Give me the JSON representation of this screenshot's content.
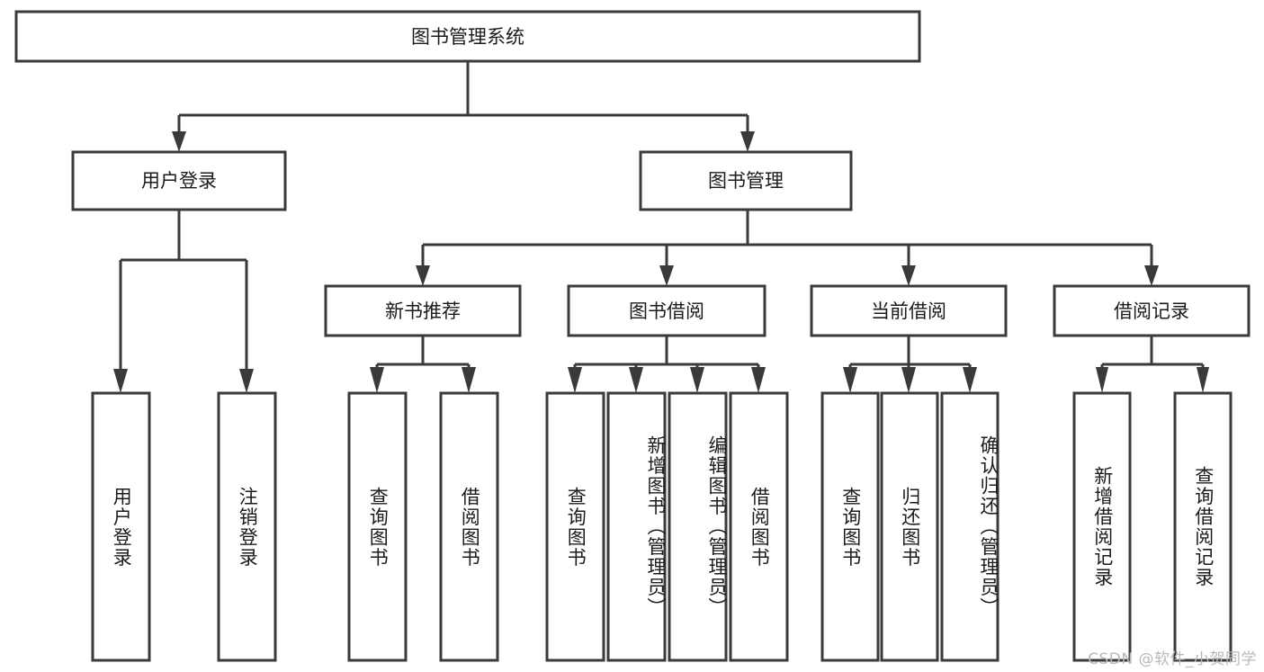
{
  "diagram": {
    "title": "图书管理系统",
    "type": "tree",
    "watermark": "CSDN @软件_小贺同学",
    "colors": {
      "box_stroke": "#3a3a3a",
      "box_fill": "#ffffff",
      "text": "#1b1b1b",
      "connector": "#3a3a3a",
      "watermark": "#b9b9b9",
      "background": "#ffffff"
    },
    "root": {
      "id": "root",
      "label": "图书管理系统"
    },
    "level2": [
      {
        "id": "user-login",
        "label": "用户登录"
      },
      {
        "id": "book-management",
        "label": "图书管理"
      }
    ],
    "level3": [
      {
        "id": "new-book-recommend",
        "label": "新书推荐",
        "parent": "book-management"
      },
      {
        "id": "book-borrow",
        "label": "图书借阅",
        "parent": "book-management"
      },
      {
        "id": "current-borrow",
        "label": "当前借阅",
        "parent": "book-management"
      },
      {
        "id": "borrow-record",
        "label": "借阅记录",
        "parent": "book-management"
      }
    ],
    "leaves": [
      {
        "id": "leaf-user-login",
        "label": "用户登录",
        "parent": "user-login"
      },
      {
        "id": "leaf-logout-login",
        "label": "注销登录",
        "parent": "user-login"
      },
      {
        "id": "leaf-query-book-1",
        "label": "查询图书",
        "parent": "new-book-recommend"
      },
      {
        "id": "leaf-borrow-book-1",
        "label": "借阅图书",
        "parent": "new-book-recommend"
      },
      {
        "id": "leaf-query-book-2",
        "label": "查询图书",
        "parent": "book-borrow"
      },
      {
        "id": "leaf-add-book",
        "label": "新增图书（管理员）",
        "parent": "book-borrow"
      },
      {
        "id": "leaf-edit-book",
        "label": "编辑图书（管理员）",
        "parent": "book-borrow"
      },
      {
        "id": "leaf-borrow-book-2",
        "label": "借阅图书",
        "parent": "book-borrow"
      },
      {
        "id": "leaf-query-book-3",
        "label": "查询图书",
        "parent": "current-borrow"
      },
      {
        "id": "leaf-return-book",
        "label": "归还图书",
        "parent": "current-borrow"
      },
      {
        "id": "leaf-confirm-return",
        "label": "确认归还（管理员）",
        "parent": "current-borrow"
      },
      {
        "id": "leaf-add-record",
        "label": "新增借阅记录",
        "parent": "borrow-record"
      },
      {
        "id": "leaf-query-record",
        "label": "查询借阅记录",
        "parent": "borrow-record"
      }
    ]
  }
}
